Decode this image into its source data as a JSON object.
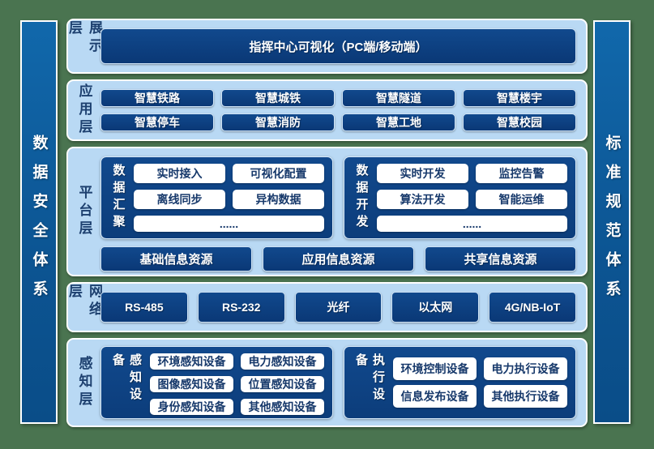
{
  "palette": {
    "background_green": "#4a7450",
    "panel_light_blue": "#b9d9f4",
    "box_navy": "#0d3f7e",
    "bar_blue": "#0e5fa3",
    "pill_text_navy": "#17396b",
    "label_navy": "#1d406f",
    "white": "#ffffff"
  },
  "left_bar": {
    "label": "数据安全体系"
  },
  "right_bar": {
    "label": "标准规范体系"
  },
  "layers": {
    "display": {
      "label": "展示层",
      "box": "指挥中心可视化（PC端/移动端）"
    },
    "application": {
      "label": "应用层",
      "items": [
        "智慧铁路",
        "智慧城铁",
        "智慧隧道",
        "智慧楼宇",
        "智慧停车",
        "智慧消防",
        "智慧工地",
        "智慧校园"
      ]
    },
    "platform": {
      "label": "平台层",
      "groups": [
        {
          "label": "数据汇聚",
          "items": [
            "实时接入",
            "可视化配置",
            "离线同步",
            "异构数据"
          ],
          "more": "......"
        },
        {
          "label": "数据开发",
          "items": [
            "实时开发",
            "监控告警",
            "算法开发",
            "智能运维"
          ],
          "more": "......"
        }
      ],
      "resources": [
        "基础信息资源",
        "应用信息资源",
        "共享信息资源"
      ]
    },
    "network": {
      "label": "网络层",
      "items": [
        "RS-485",
        "RS-232",
        "光纤",
        "以太网",
        "4G/NB-IoT"
      ]
    },
    "perception": {
      "label": "感知层",
      "groups": [
        {
          "label": "感知设备",
          "items": [
            "环境感知设备",
            "电力感知设备",
            "图像感知设备",
            "位置感知设备",
            "身份感知设备",
            "其他感知设备"
          ]
        },
        {
          "label": "执行设备",
          "items": [
            "环境控制设备",
            "电力执行设备",
            "信息发布设备",
            "其他执行设备"
          ]
        }
      ]
    }
  }
}
